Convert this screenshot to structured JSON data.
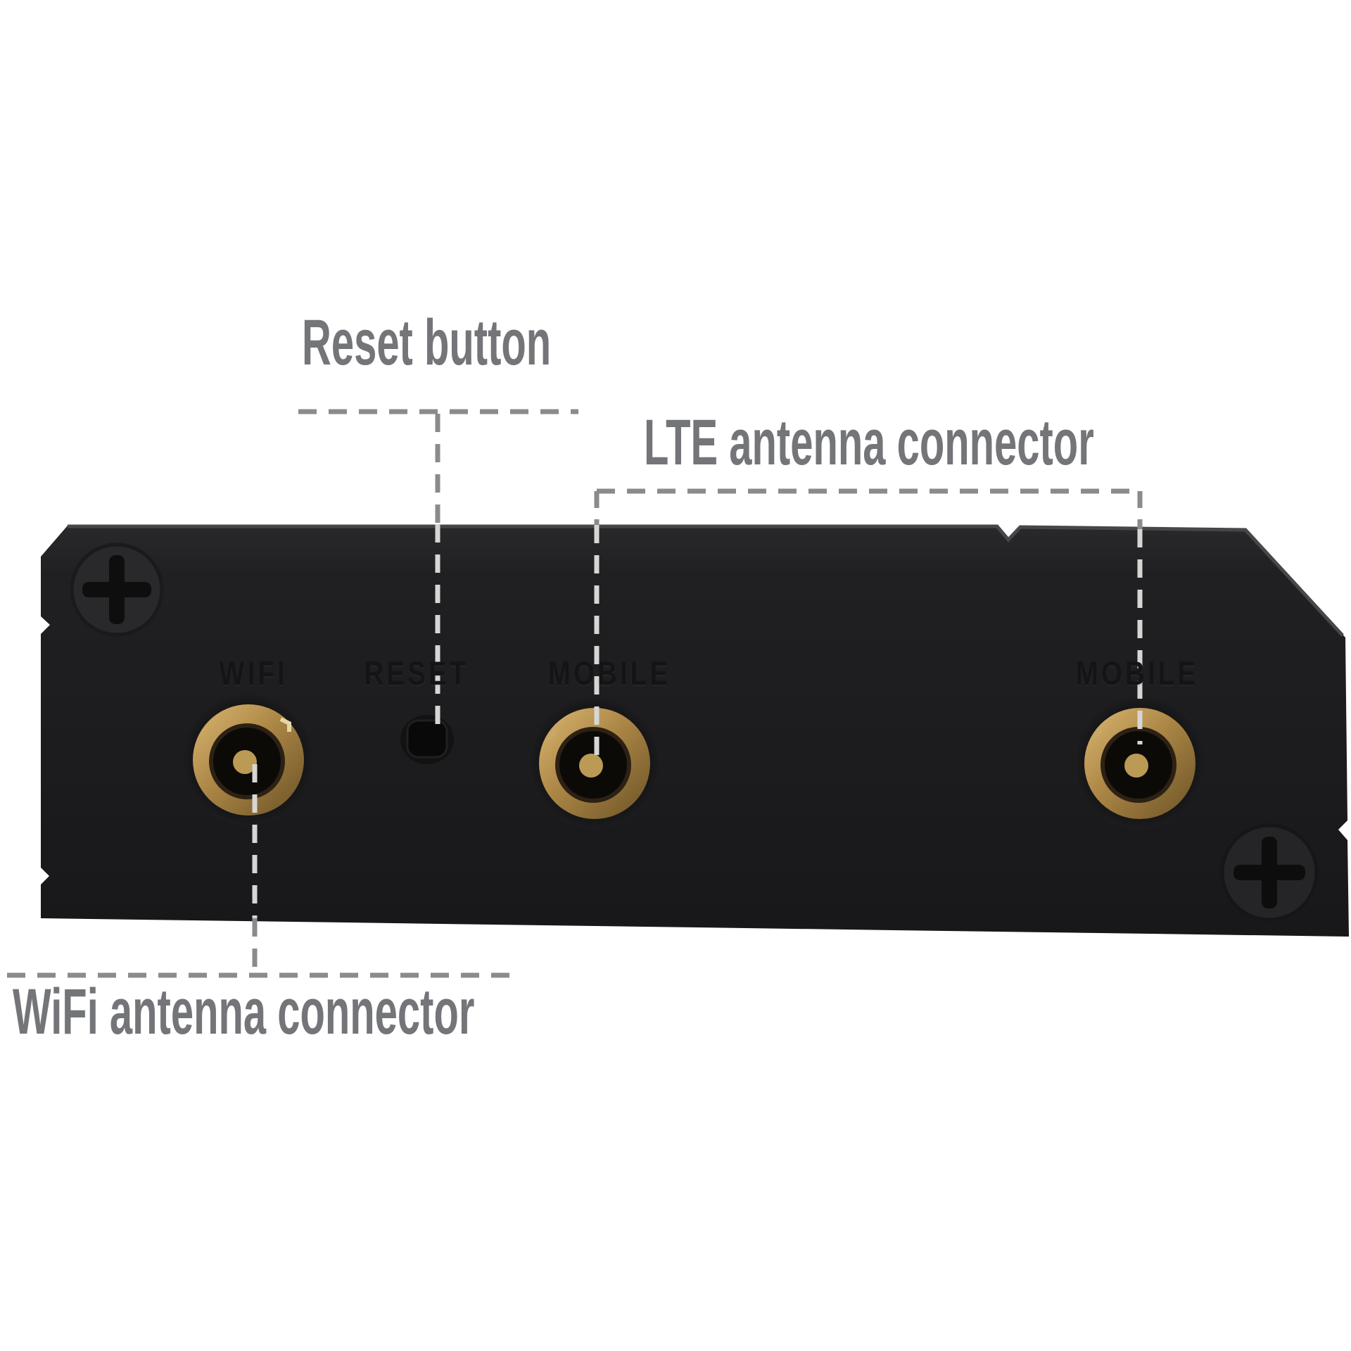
{
  "callouts": {
    "reset": "Reset button",
    "lte": "LTE antenna connector",
    "wifi": "WiFi antenna connector"
  },
  "device_port_labels": {
    "wifi": "WIFI",
    "reset": "RESET",
    "mobile_center": "MOBILE",
    "mobile_right": "MOBILE"
  },
  "colors": {
    "background": "#ffffff",
    "device_body": "#1d1d1f",
    "callout_text": "#747579",
    "callout_dash": "#8a8b8d",
    "callout_dash_on_device": "#d6d6d4",
    "gold_connector": "#b08d4a"
  }
}
